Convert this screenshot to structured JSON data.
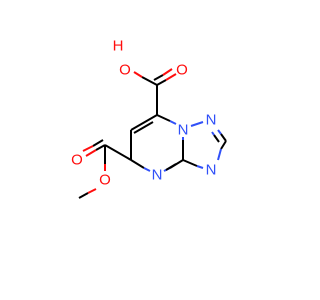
{
  "molecule": {
    "atoms": {
      "oh_h": "H",
      "oh_o": "O",
      "carbonyl_o_acid": "O",
      "n_bridge": "N",
      "n_triazole_top": "N",
      "n_triazole_right": "N",
      "n_pyrimidine": "N",
      "carbonyl_o_ester": "O",
      "ester_o": "O"
    },
    "colors": {
      "carbon": "#000000",
      "oxygen": "#ff0d0d",
      "nitrogen": "#3050f8",
      "hydrogen": "#ff0d0d"
    }
  }
}
